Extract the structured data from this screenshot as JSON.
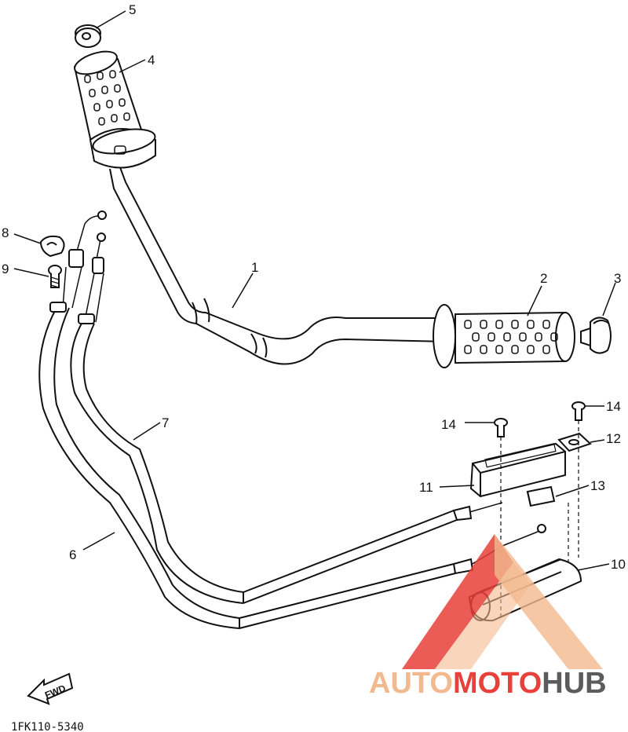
{
  "callouts": [
    {
      "id": "1",
      "text": "1"
    },
    {
      "id": "2",
      "text": "2"
    },
    {
      "id": "3",
      "text": "3"
    },
    {
      "id": "4",
      "text": "4"
    },
    {
      "id": "5",
      "text": "5"
    },
    {
      "id": "6",
      "text": "6"
    },
    {
      "id": "7",
      "text": "7"
    },
    {
      "id": "8",
      "text": "8"
    },
    {
      "id": "9",
      "text": "9"
    },
    {
      "id": "10",
      "text": "10"
    },
    {
      "id": "11",
      "text": "11"
    },
    {
      "id": "12",
      "text": "12"
    },
    {
      "id": "13",
      "text": "13"
    },
    {
      "id": "14a",
      "text": "14"
    },
    {
      "id": "14b",
      "text": "14"
    }
  ],
  "fwd_arrow": "FWD",
  "diagram_code": "1FK110-5340",
  "watermark": {
    "part_auto": "AUTO",
    "part_moto": "MOTO",
    "part_hub": "HUB",
    "color_light": "#f3b98e",
    "color_red": "#e8403a",
    "color_dark": "#5c5c5c"
  }
}
